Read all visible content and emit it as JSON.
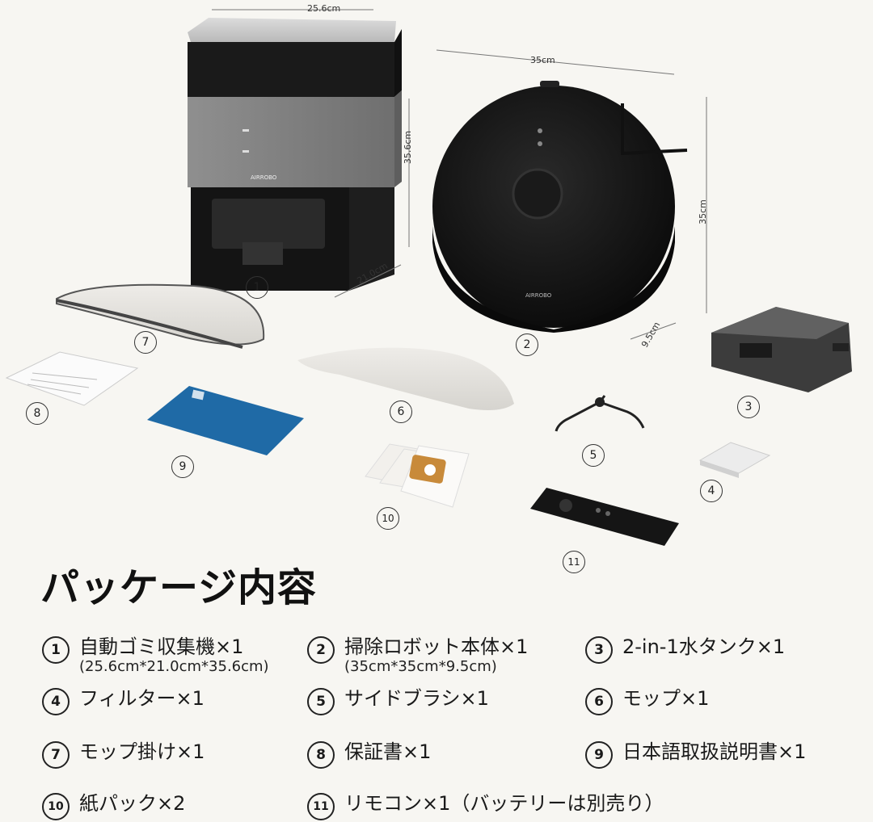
{
  "photo": {
    "dims": {
      "station_width": "25.6cm",
      "station_height": "35.6cm",
      "station_depth": "21.0cm",
      "robot_width": "35cm",
      "robot_depth": "35cm",
      "robot_height": "9.5cm"
    },
    "brand_station": "AIRROBO",
    "brand_robot": "AIRROBO",
    "labels": [
      "1",
      "2",
      "3",
      "4",
      "5",
      "6",
      "7",
      "8",
      "9",
      "10",
      "11"
    ]
  },
  "title": "パッケージ内容",
  "items": [
    {
      "num": "1",
      "label": "自動ゴミ収集機×1",
      "sub": "(25.6cm*21.0cm*35.6cm)"
    },
    {
      "num": "2",
      "label": "掃除ロボット本体×1",
      "sub": "(35cm*35cm*9.5cm)"
    },
    {
      "num": "3",
      "label": "2-in-1水タンク×1",
      "sub": ""
    },
    {
      "num": "4",
      "label": "フィルター×1",
      "sub": ""
    },
    {
      "num": "5",
      "label": "サイドブラシ×1",
      "sub": ""
    },
    {
      "num": "6",
      "label": "モップ×1",
      "sub": ""
    },
    {
      "num": "7",
      "label": "モップ掛け×1",
      "sub": ""
    },
    {
      "num": "8",
      "label": "保証書×1",
      "sub": ""
    },
    {
      "num": "9",
      "label": "日本語取扱説明書×1",
      "sub": ""
    },
    {
      "num": "10",
      "label": "紙パック×2",
      "sub": ""
    },
    {
      "num": "11",
      "label": "リモコン×1（バッテリーは別売り）",
      "sub": ""
    }
  ]
}
